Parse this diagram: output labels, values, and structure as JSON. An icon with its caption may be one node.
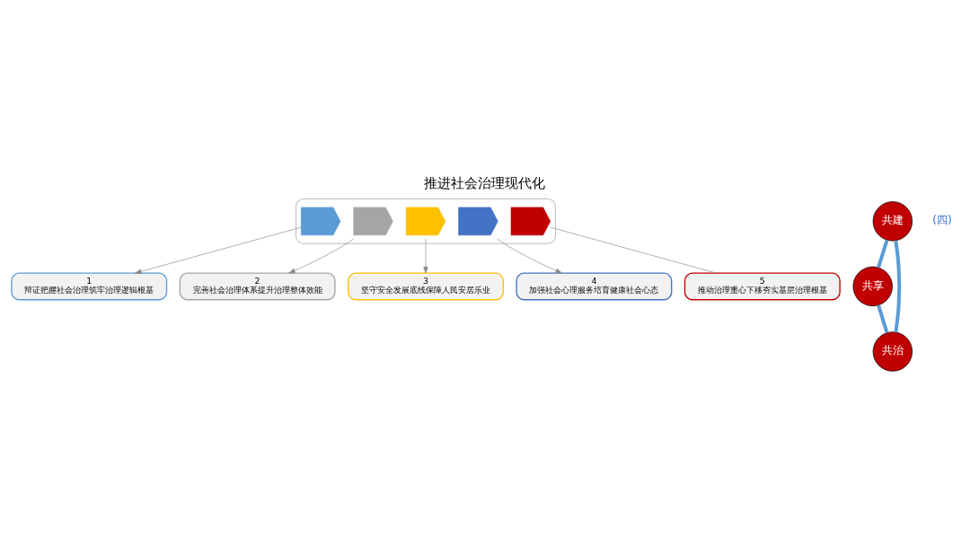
{
  "diagram": {
    "title": "推进社会治理现代化",
    "nodes": [
      {
        "text": [],
        "shape": "arrow"
      },
      {
        "text": [],
        "shape": "chevron",
        "in": 0
      },
      {
        "text": [],
        "shape": "chevron",
        "in": 0
      },
      {
        "text": [],
        "shape": "chevron",
        "in": 0
      },
      {
        "text": [],
        "shape": "chevron",
        "in": 0
      },
      {
        "text": [],
        "shape": "chevron",
        "in": 0
      },
      {
        "text": [
          "1",
          "辩证把握社会治理筑牢治理逻辑根基"
        ]
      },
      {
        "text": [
          "2",
          "完善社会治理体系提升治理整体效能"
        ]
      },
      {
        "text": [
          "3",
          "坚守安全发展底线保障人民安居乐业"
        ]
      },
      {
        "text": [
          "4",
          "加强社会心理服务培育健康社会心态"
        ]
      },
      {
        "text": [
          "5",
          "推动治理重心下移夯实基层治理根基"
        ]
      },
      {
        "text": [
          "共建"
        ]
      },
      {
        "text": [
          "共治"
        ]
      },
      {
        "text": [
          "共享"
        ]
      }
    ],
    "edges": [
      {
        "from": 1,
        "to": 6,
        "arrow": "to"
      },
      {
        "from": 2,
        "to": 7,
        "arrow": "to"
      },
      {
        "from": 3,
        "to": 8,
        "arrow": "to"
      },
      {
        "from": 4,
        "to": 9,
        "arrow": "to"
      },
      {
        "from": 5,
        "to": 10,
        "arrow": "none"
      },
      {
        "from": 11,
        "to": 13,
        "arrow": "none",
        "style": "thick",
        "color": "#5b9bd5"
      },
      {
        "from": 13,
        "to": 12,
        "arrow": "none",
        "style": "thick",
        "color": "#5b9bd5"
      },
      {
        "from": 12,
        "to": 11,
        "arrow": "none",
        "style": "thick",
        "color": "#5b9bd5"
      }
    ],
    "labels": [
      "(四)"
    ]
  }
}
